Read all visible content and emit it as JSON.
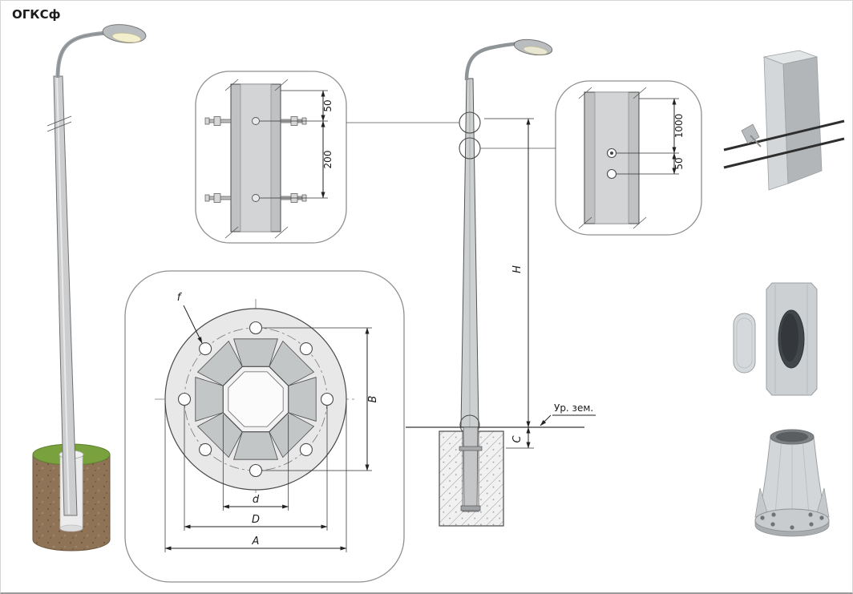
{
  "title": "ОГКСф",
  "colors": {
    "grass": "#79a23e",
    "soil": "#8e7357",
    "lamp_lens": "#f3eecb",
    "concrete": "#f1f1f1"
  },
  "detail_top": {
    "offset_label": "50",
    "spacing_label": "200"
  },
  "detail_right": {
    "spacing_label": "1000",
    "offset_label": "50"
  },
  "flange_plan": {
    "hole_label": "f",
    "bolt_span_label": "B",
    "inner_dia_label": "d",
    "bolt_circle_label": "D",
    "outer_dia_label": "A"
  },
  "elevation": {
    "height_label": "H",
    "reveal_label": "C",
    "ground_label": "Ур. зем."
  }
}
